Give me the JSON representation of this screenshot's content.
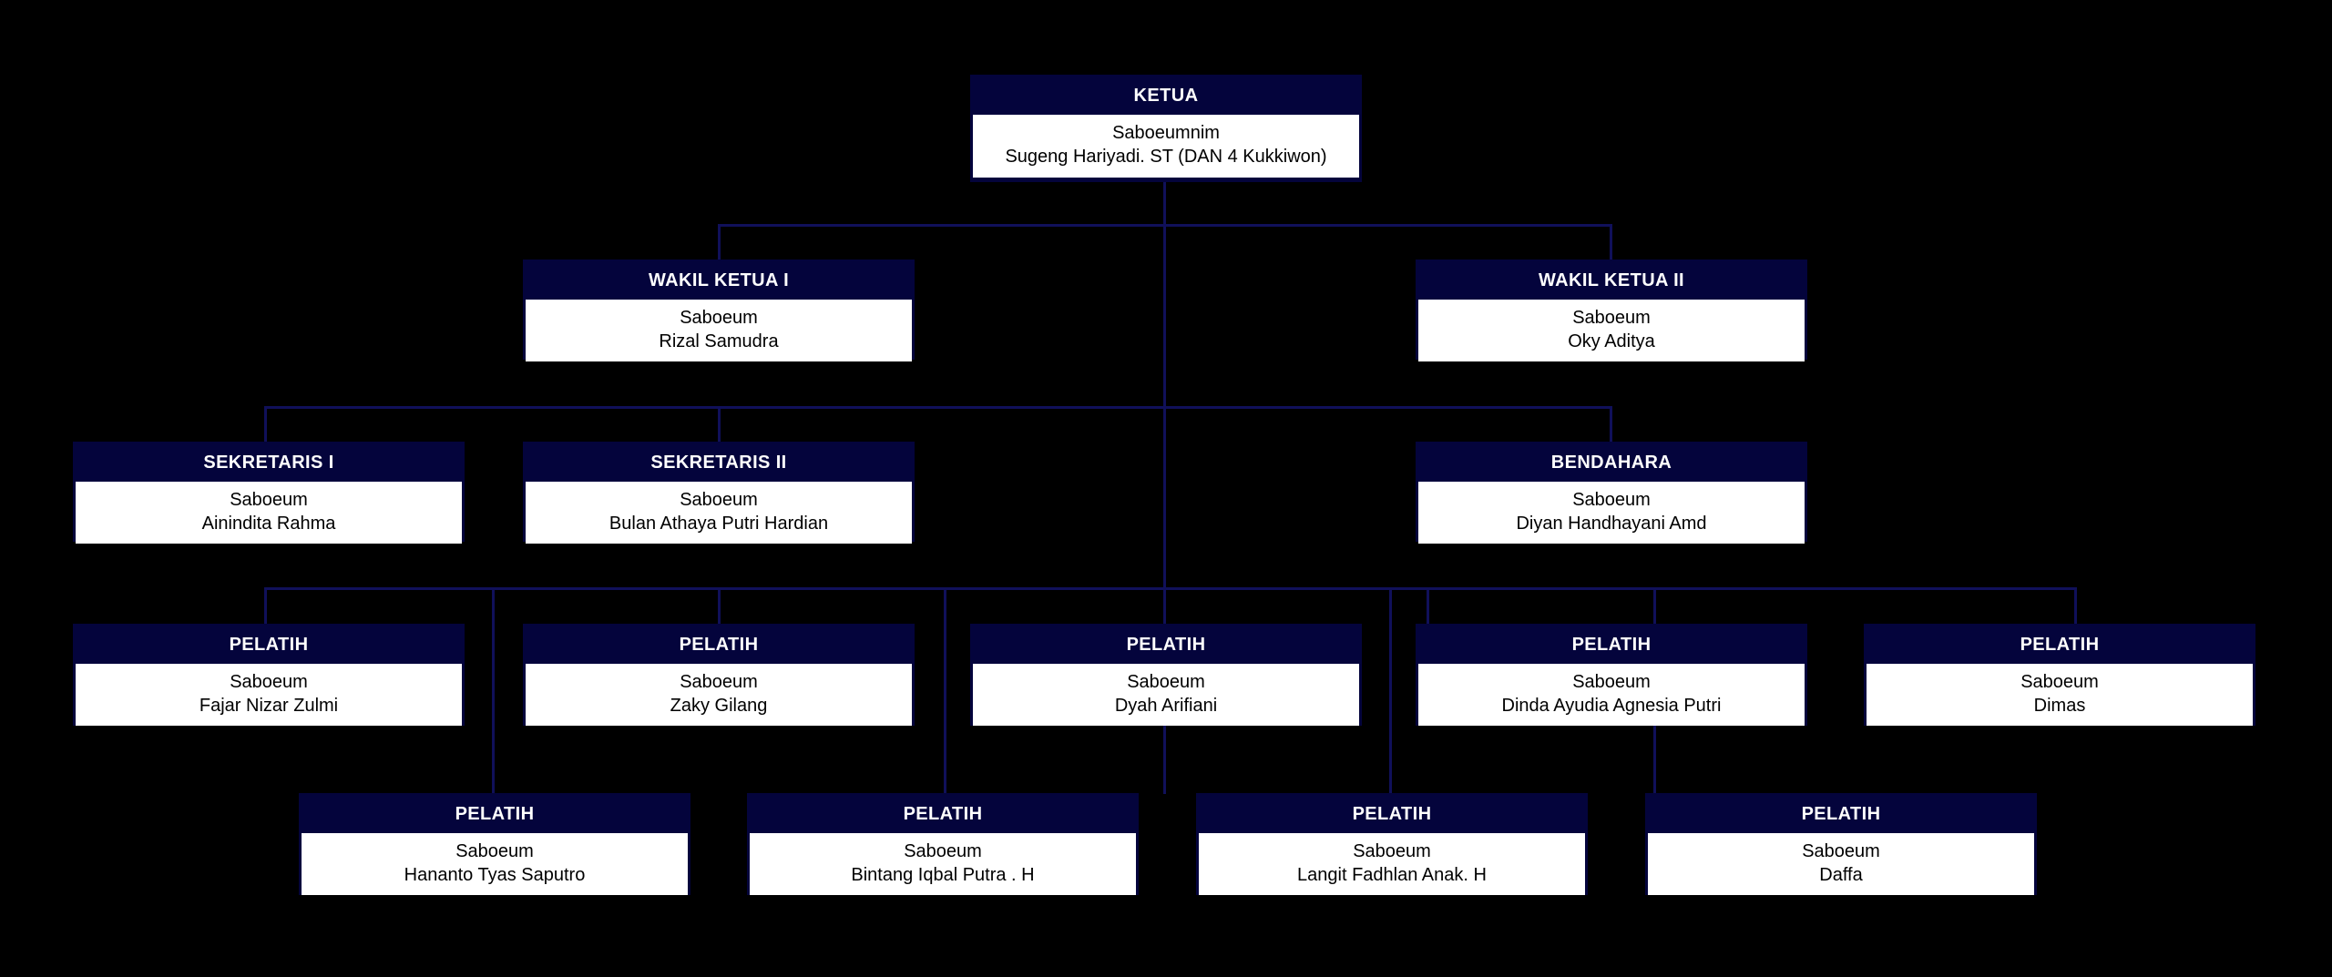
{
  "theme": {
    "background": "#000000",
    "box_header_bg": "#04043c",
    "box_header_text": "#ffffff",
    "box_body_bg": "#ffffff",
    "box_body_text": "#000000",
    "connector_color": "#10105a"
  },
  "chart_data": {
    "type": "diagram",
    "subtype": "organization-chart",
    "title": "",
    "orientation": "top-down",
    "levels": 5,
    "nodes": [
      {
        "id": "ketua",
        "title": "KETUA",
        "role": "Saboeumnim",
        "person": "Sugeng Hariyadi. ST (DAN 4 Kukkiwon)",
        "level": 1,
        "parent": null
      },
      {
        "id": "wakil1",
        "title": "WAKIL KETUA I",
        "role": "Saboeum",
        "person": "Rizal Samudra",
        "level": 2,
        "parent": "ketua"
      },
      {
        "id": "wakil2",
        "title": "WAKIL KETUA II",
        "role": "Saboeum",
        "person": "Oky Aditya",
        "level": 2,
        "parent": "ketua"
      },
      {
        "id": "sek1",
        "title": "SEKRETARIS I",
        "role": "Saboeum",
        "person": "Ainindita Rahma",
        "level": 3,
        "parent": "ketua"
      },
      {
        "id": "sek2",
        "title": "SEKRETARIS II",
        "role": "Saboeum",
        "person": "Bulan Athaya Putri Hardian",
        "level": 3,
        "parent": "ketua"
      },
      {
        "id": "bendahara",
        "title": "BENDAHARA",
        "role": "Saboeum",
        "person": "Diyan Handhayani Amd",
        "level": 3,
        "parent": "ketua"
      },
      {
        "id": "pelatih1",
        "title": "PELATIH",
        "role": "Saboeum",
        "person": "Fajar Nizar Zulmi",
        "level": 4,
        "parent": "ketua"
      },
      {
        "id": "pelatih2",
        "title": "PELATIH",
        "role": "Saboeum",
        "person": "Zaky Gilang",
        "level": 4,
        "parent": "ketua"
      },
      {
        "id": "pelatih3",
        "title": "PELATIH",
        "role": "Saboeum",
        "person": "Dyah Arifiani",
        "level": 4,
        "parent": "ketua"
      },
      {
        "id": "pelatih4",
        "title": "PELATIH",
        "role": "Saboeum",
        "person": "Dinda Ayudia Agnesia Putri",
        "level": 4,
        "parent": "ketua"
      },
      {
        "id": "pelatih5",
        "title": "PELATIH",
        "role": "Saboeum",
        "person": "Dimas",
        "level": 4,
        "parent": "ketua"
      },
      {
        "id": "pelatih6",
        "title": "PELATIH",
        "role": "Saboeum",
        "person": "Hananto Tyas Saputro",
        "level": 5,
        "parent": "ketua"
      },
      {
        "id": "pelatih7",
        "title": "PELATIH",
        "role": "Saboeum",
        "person": "Bintang Iqbal Putra . H",
        "level": 5,
        "parent": "ketua"
      },
      {
        "id": "pelatih8",
        "title": "PELATIH",
        "role": "Saboeum",
        "person": "Langit Fadhlan Anak. H",
        "level": 5,
        "parent": "ketua"
      },
      {
        "id": "pelatih9",
        "title": "PELATIH",
        "role": "Saboeum",
        "person": "Daffa",
        "level": 5,
        "parent": "ketua"
      }
    ]
  }
}
